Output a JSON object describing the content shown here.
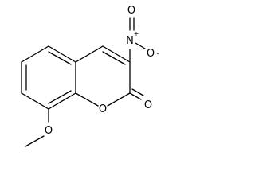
{
  "molecule": {
    "atoms": {
      "nitro_n": {
        "symbol": "N",
        "charge": "+"
      },
      "nitro_o_top": {
        "symbol": "O"
      },
      "nitro_o_right": {
        "symbol": "O",
        "charge": "-"
      },
      "ring_o": {
        "symbol": "O"
      },
      "carbonyl_o": {
        "symbol": "O"
      },
      "methoxy_o": {
        "symbol": "O"
      }
    }
  },
  "colors": {
    "bond": "#000000",
    "label": "#000000",
    "background": "#ffffff"
  }
}
